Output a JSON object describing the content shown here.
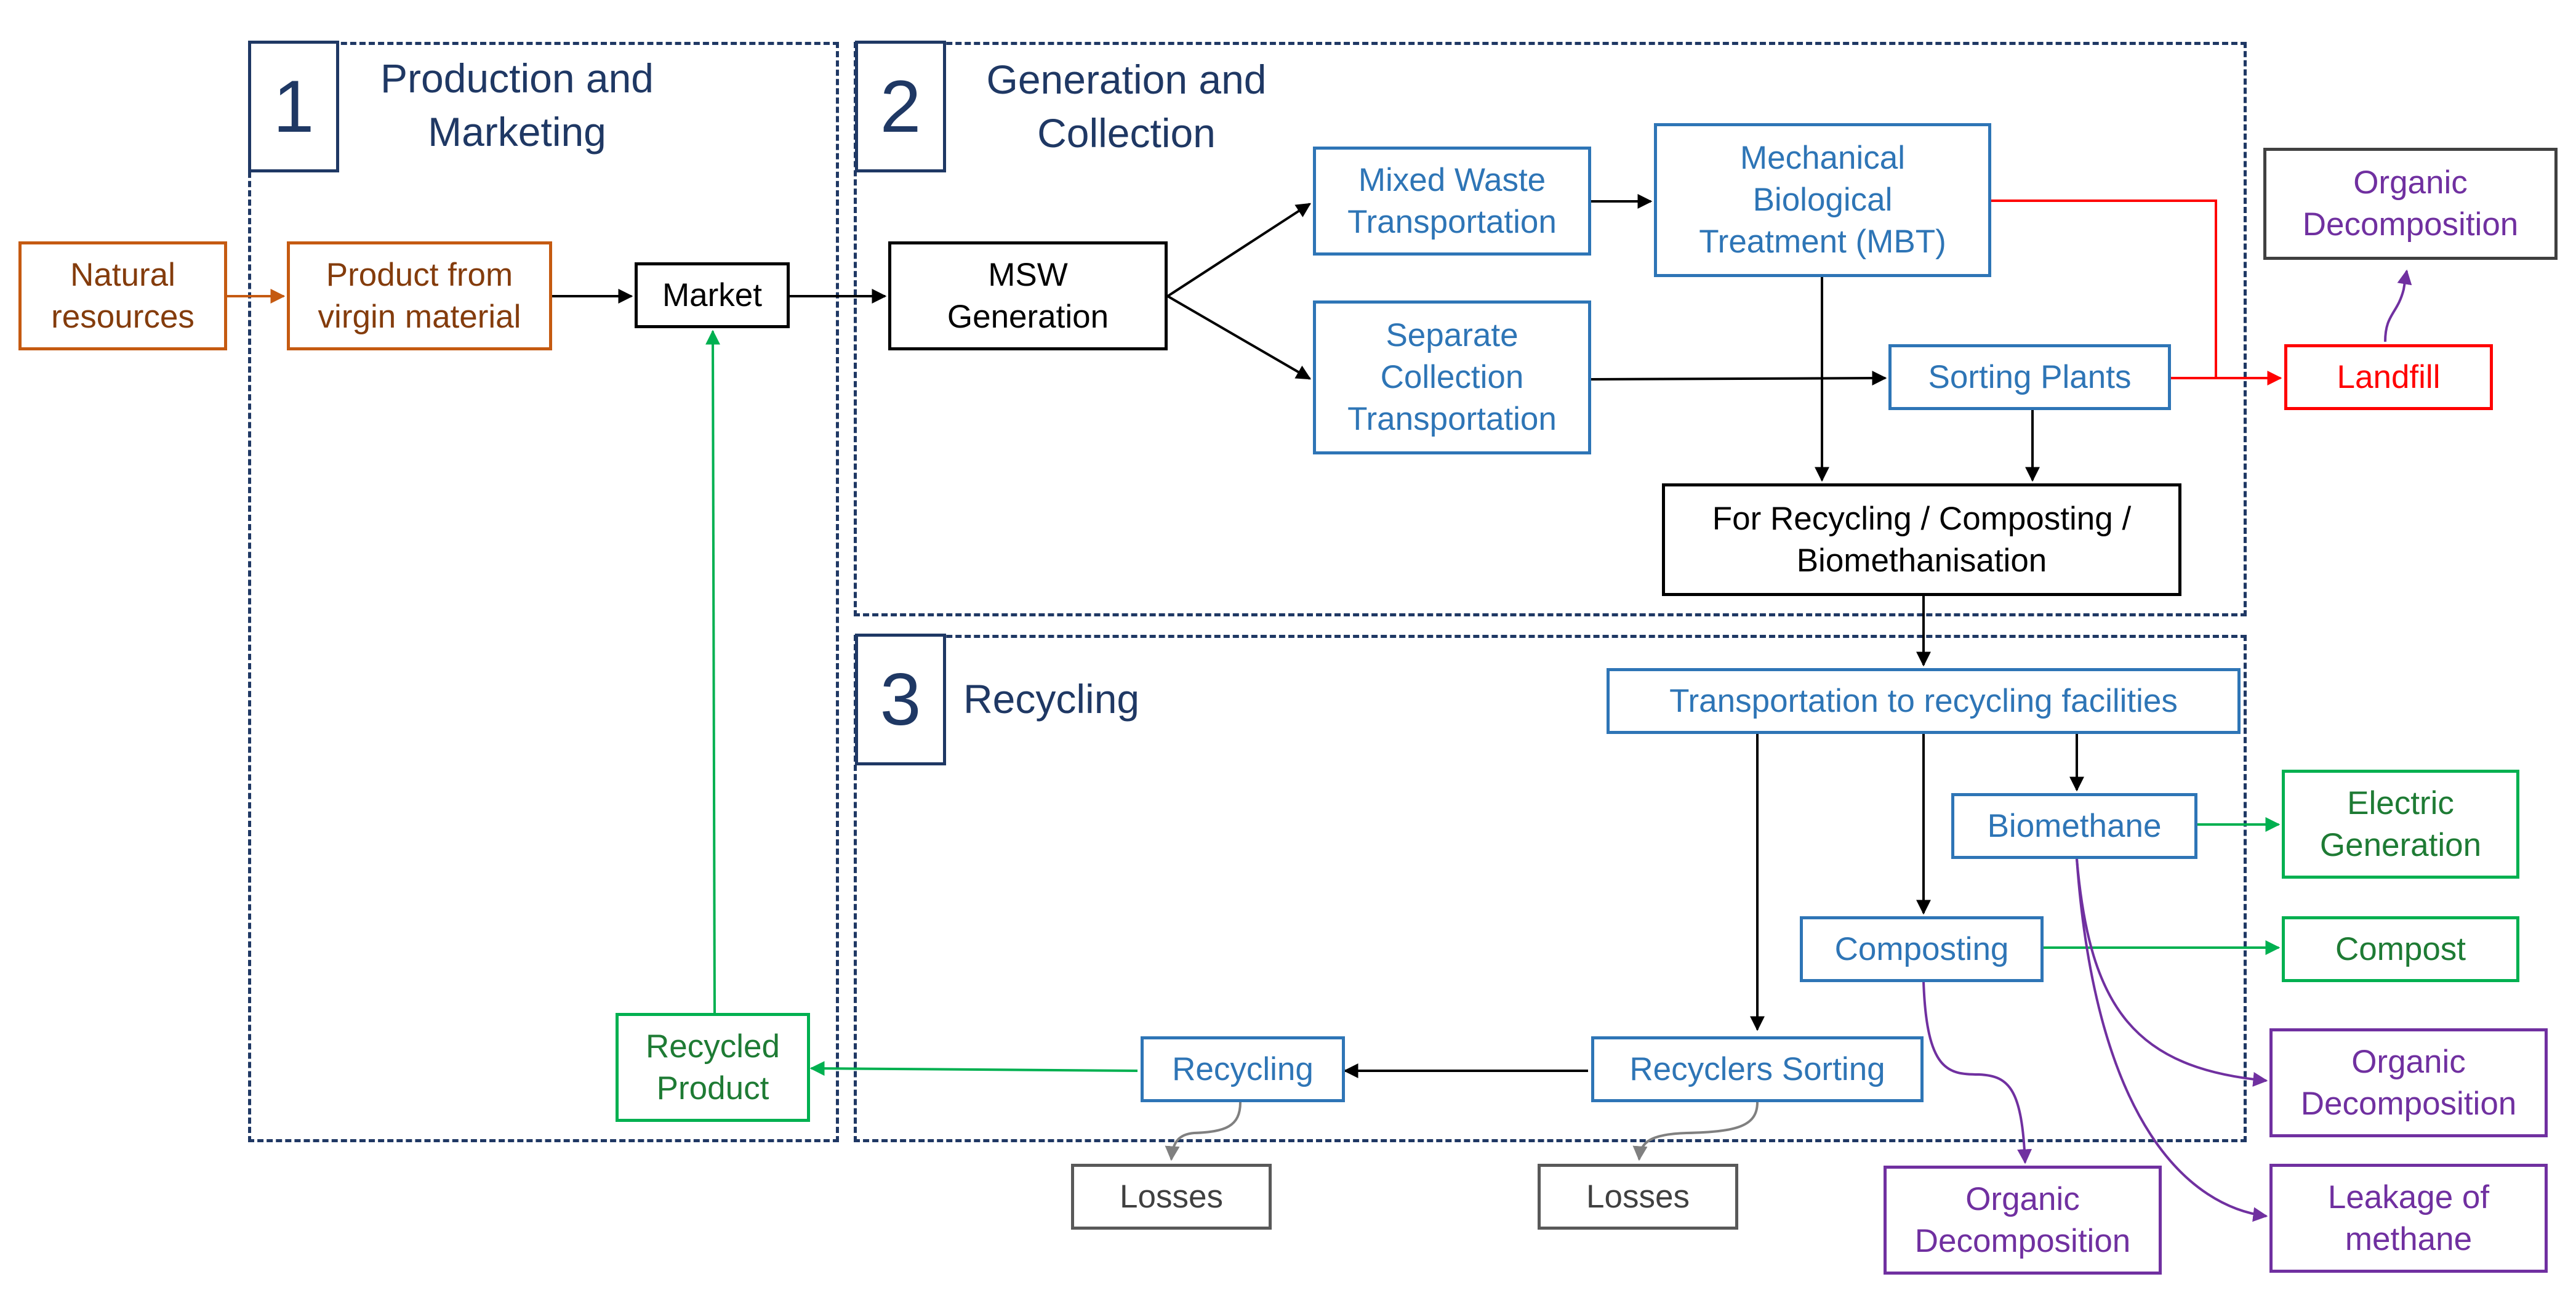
{
  "sections": [
    {
      "number": "1",
      "title": "Production and\nMarketing"
    },
    {
      "number": "2",
      "title": "Generation and\nCollection"
    },
    {
      "number": "3",
      "title": "Recycling"
    }
  ],
  "nodes": {
    "natural_resources": "Natural\nresources",
    "product_virgin": "Product from\nvirgin material",
    "market": "Market",
    "msw_generation": "MSW\nGeneration",
    "mixed_waste_transport": "Mixed Waste\nTransportation",
    "mbt": "Mechanical\nBiological\nTreatment (MBT)",
    "separate_collection": "Separate\nCollection\nTransportation",
    "sorting_plants": "Sorting Plants",
    "landfill": "Landfill",
    "organic_decomp_landfill": "Organic\nDecomposition",
    "for_recycling": "For Recycling / Composting /\nBiomethanisation",
    "transport_recycling": "Transportation to recycling facilities",
    "biomethane": "Biomethane",
    "electric_generation": "Electric\nGeneration",
    "composting": "Composting",
    "compost": "Compost",
    "recyclers_sorting": "Recyclers Sorting",
    "recycling": "Recycling",
    "recycled_product": "Recycled\nProduct",
    "losses_recycling": "Losses",
    "losses_sorting": "Losses",
    "organic_decomp_composting": "Organic\nDecomposition",
    "organic_decomp_biomethane": "Organic\nDecomposition",
    "leakage_methane": "Leakage of\nmethane"
  },
  "colors": {
    "origin": "#c55a11",
    "process": "#000000",
    "collection": "#2e75b6",
    "landfill": "#ff0000",
    "product": "#00b050",
    "emission": "#7030a0",
    "loss": "#595959",
    "section": "#1f3864"
  }
}
